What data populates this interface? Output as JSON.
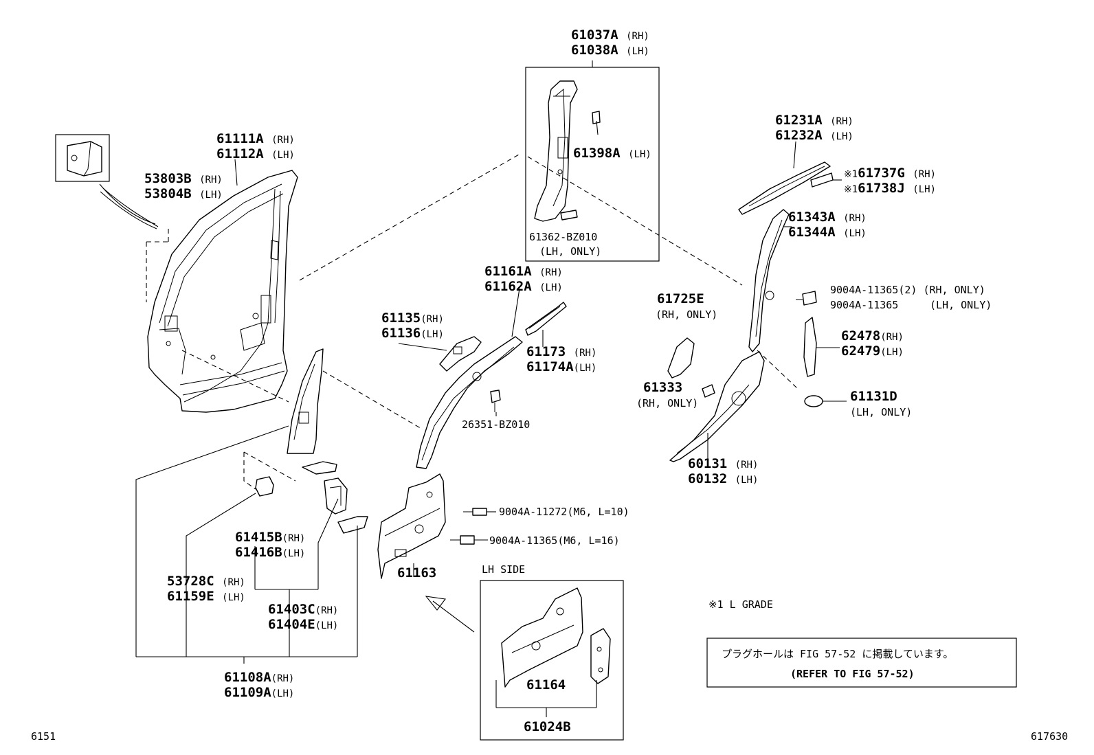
{
  "parts": {
    "p61037": {
      "num": "61037A",
      "sfx": "(RH)"
    },
    "p61038": {
      "num": "61038A",
      "sfx": "(LH)"
    },
    "p61398": {
      "num": "61398A",
      "sfx": "(LH)"
    },
    "p61362": {
      "num": "61362-BZ010",
      "sfx": "(LH, ONLY)"
    },
    "p61111": {
      "num": "61111A",
      "sfx": "(RH)"
    },
    "p61112": {
      "num": "61112A",
      "sfx": "(LH)"
    },
    "p53803": {
      "num": "53803B",
      "sfx": "(RH)"
    },
    "p53804": {
      "num": "53804B",
      "sfx": "(LH)"
    },
    "p61161": {
      "num": "61161A",
      "sfx": "(RH)"
    },
    "p61162": {
      "num": "61162A",
      "sfx": "(LH)"
    },
    "p61135": {
      "num": "61135",
      "sfx": "(RH)"
    },
    "p61136": {
      "num": "61136",
      "sfx": "(LH)"
    },
    "p61173": {
      "num": "61173",
      "sfx": "(RH)"
    },
    "p61174": {
      "num": "61174A",
      "sfx": "(LH)"
    },
    "p26351": {
      "num": "26351-BZ010"
    },
    "p61231": {
      "num": "61231A",
      "sfx": "(RH)"
    },
    "p61232": {
      "num": "61232A",
      "sfx": "(LH)"
    },
    "p61737": {
      "mark": "※1",
      "num": "61737G",
      "sfx": "(RH)"
    },
    "p61738": {
      "mark": "※1",
      "num": "61738J",
      "sfx": "(LH)"
    },
    "p61343": {
      "num": "61343A",
      "sfx": "(RH)"
    },
    "p61344": {
      "num": "61344A",
      "sfx": "(LH)"
    },
    "p61725": {
      "num": "61725E",
      "sfx": "(RH, ONLY)"
    },
    "p9004a": {
      "num": "9004A-11365",
      "qty": "(2)",
      "sfx": "(RH, ONLY)"
    },
    "p9004b": {
      "num": "9004A-11365",
      "sfx": "(LH, ONLY)"
    },
    "p62478": {
      "num": "62478",
      "sfx": "(RH)"
    },
    "p62479": {
      "num": "62479",
      "sfx": "(LH)"
    },
    "p61333": {
      "num": "61333",
      "sfx": "(RH, ONLY)"
    },
    "p61131": {
      "num": "61131D",
      "sfx": "(LH, ONLY)"
    },
    "p60131": {
      "num": "60131",
      "sfx": "(RH)"
    },
    "p60132": {
      "num": "60132",
      "sfx": "(LH)"
    },
    "p9004c": {
      "num": "9004A-11272",
      "sfx": "(M6, L=10)"
    },
    "p9004d": {
      "num": "9004A-11365",
      "sfx": "(M6, L=16)"
    },
    "p61163": {
      "num": "61163"
    },
    "p61415": {
      "num": "61415B",
      "sfx": "(RH)"
    },
    "p61416": {
      "num": "61416B",
      "sfx": "(LH)"
    },
    "p53728": {
      "num": "53728C",
      "sfx": "(RH)"
    },
    "p61159": {
      "num": "61159E",
      "sfx": "(LH)"
    },
    "p61403": {
      "num": "61403C",
      "sfx": "(RH)"
    },
    "p61404": {
      "num": "61404E",
      "sfx": "(LH)"
    },
    "p61108": {
      "num": "61108A",
      "sfx": "(RH)"
    },
    "p61109": {
      "num": "61109A",
      "sfx": "(LH)"
    },
    "p61164": {
      "num": "61164"
    },
    "p61024": {
      "num": "61024B"
    }
  },
  "lh_side_label": "LH SIDE",
  "grade_note": "※1  L GRADE",
  "notice": {
    "jp": "プラグホールは FIG 57-52 に掲載しています。",
    "en": "(REFER TO FIG 57-52)"
  },
  "footer": {
    "left": "6151",
    "right": "617630"
  }
}
